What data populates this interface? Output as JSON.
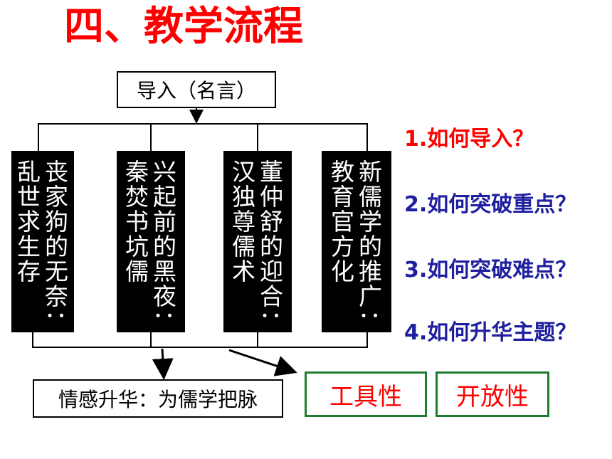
{
  "title": "四、教学流程",
  "flow": {
    "intro": "导入（名言）",
    "columns": [
      {
        "lines": [
          "丧家狗的无奈：",
          "乱世求生存"
        ]
      },
      {
        "lines": [
          "兴起前的黑夜：",
          "秦焚书坑儒"
        ]
      },
      {
        "lines": [
          "董仲舒的迎合：",
          "汉独尊儒术"
        ]
      },
      {
        "lines": [
          "新儒学的推广：",
          "教育官方化"
        ]
      }
    ],
    "summary": "情感升华：为儒学把脉",
    "tags": [
      "工具性",
      "开放性"
    ]
  },
  "questions": [
    {
      "num": "1.",
      "text": "如何导入？"
    },
    {
      "num": "2.",
      "text": "如何突破重点？"
    },
    {
      "num": "3.",
      "text": "如何突破难点？"
    },
    {
      "num": "4.",
      "text": "如何升华主题？"
    }
  ],
  "colors": {
    "title": "#ff0000",
    "q1": "#ff0000",
    "questions": "#1f1fa0",
    "tag_text": "#ff0000",
    "tag_border": "#1e7d2e"
  }
}
